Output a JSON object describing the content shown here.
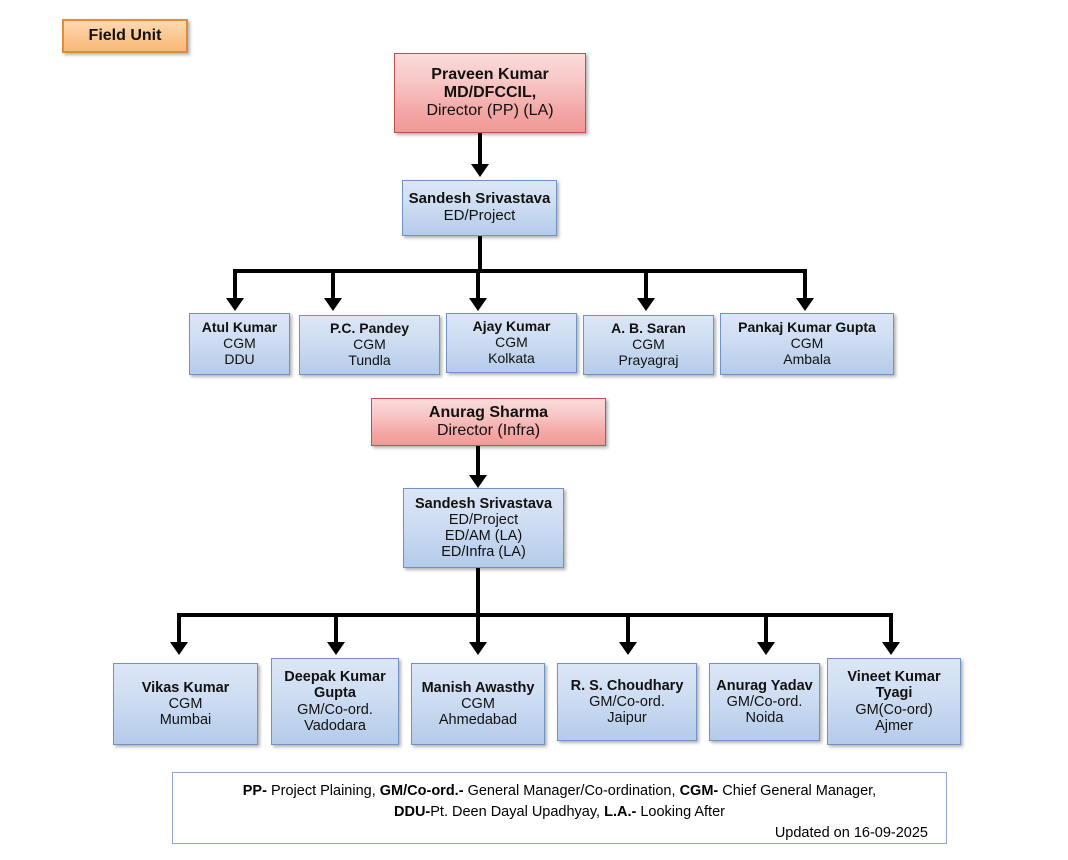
{
  "field_unit": {
    "label": "Field Unit"
  },
  "nodes": {
    "md": {
      "line1": "Praveen Kumar",
      "line2": "MD/DFCCIL,",
      "line3": "Director (PP) (LA)"
    },
    "ed_project": {
      "line1": "Sandesh Srivastava",
      "line2": "ED/Project"
    },
    "director_infra": {
      "line1": "Anurag Sharma",
      "line2": "Director (Infra)"
    },
    "ed_multi": {
      "line1": "Sandesh Srivastava",
      "line2": "ED/Project",
      "line3": "ED/AM (LA)",
      "line4": "ED/Infra (LA)"
    }
  },
  "cgm_row": [
    {
      "name": "Atul Kumar",
      "role": "CGM",
      "place": "DDU"
    },
    {
      "name": "P.C. Pandey",
      "role": "CGM",
      "place": "Tundla"
    },
    {
      "name": "Ajay Kumar",
      "role": "CGM",
      "place": "Kolkata"
    },
    {
      "name": "A. B. Saran",
      "role": "CGM",
      "place": "Prayagraj"
    },
    {
      "name": "Pankaj Kumar Gupta",
      "role": "CGM",
      "place": "Ambala"
    }
  ],
  "infra_row": [
    {
      "name": "Vikas Kumar",
      "name2": "",
      "role": "CGM",
      "place": "Mumbai"
    },
    {
      "name": "Deepak Kumar",
      "name2": "Gupta",
      "role": "GM/Co-ord.",
      "place": "Vadodara"
    },
    {
      "name": "Manish Awasthy",
      "name2": "",
      "role": "CGM",
      "place": "Ahmedabad"
    },
    {
      "name": "R. S. Choudhary",
      "name2": "",
      "role": "GM/Co-ord.",
      "place": "Jaipur"
    },
    {
      "name": "Anurag Yadav",
      "name2": "",
      "role": "GM/Co-ord.",
      "place": "Noida"
    },
    {
      "name": "Vineet Kumar",
      "name2": "Tyagi",
      "role": "GM(Co-ord)",
      "place": "Ajmer"
    }
  ],
  "legend": {
    "line1_parts": [
      {
        "bold": "PP-",
        "text": " Project Plaining, "
      },
      {
        "bold": "GM/Co-ord.-",
        "text": " General Manager/Co-ordination, "
      },
      {
        "bold": "CGM-",
        "text": " Chief General Manager,"
      }
    ],
    "line2_parts": [
      {
        "bold": "DDU-",
        "text": "Pt. Deen Dayal Upadhyay, "
      },
      {
        "bold": "L.A.-",
        "text": " Looking After"
      }
    ],
    "updated": "Updated on 16-09-2025"
  },
  "colors": {
    "pink_border": "#c0504d",
    "pink_fill": "#f3a6a4",
    "blue_border": "#6f94c4",
    "blue_fill": "#cfdef2",
    "orange_border": "#e08a3c",
    "orange_fill": "#fbc68f",
    "connector": "#000000",
    "legend_border": "#8ea9c9"
  }
}
